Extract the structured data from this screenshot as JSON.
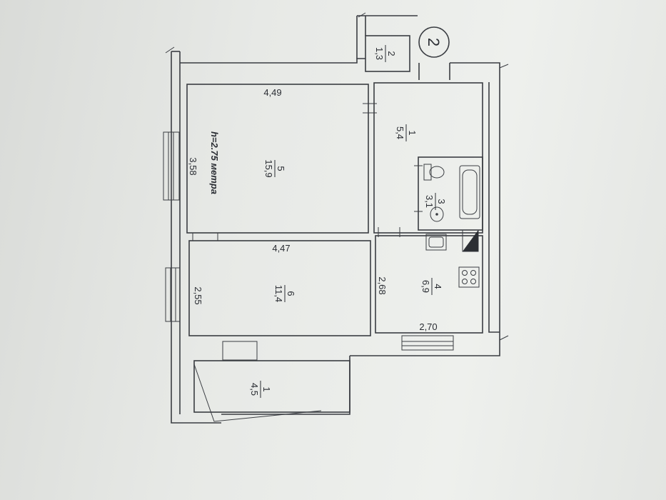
{
  "plan": {
    "section_number": "2",
    "ceiling_height": "h=2.75 метра",
    "rooms": [
      {
        "number": "1",
        "area": "5,4"
      },
      {
        "number": "2",
        "area": "1,3"
      },
      {
        "number": "3",
        "area": "3,1"
      },
      {
        "number": "4",
        "area": "6,9"
      },
      {
        "number": "5",
        "area": "15,9"
      },
      {
        "number": "6",
        "area": "11,4"
      },
      {
        "number": "1",
        "area": "4,5"
      }
    ],
    "dimensions": {
      "room5_width": "4,49",
      "room5_depth": "3,58",
      "room6_width": "4,47",
      "room6_depth": "2,55",
      "room4_depth": "2,68",
      "room4_width": "2,70"
    }
  }
}
